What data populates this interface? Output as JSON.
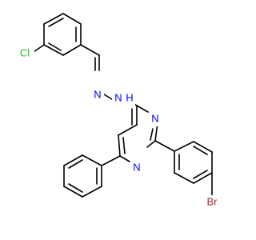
{
  "molecule": {
    "atoms": {
      "chlorine": {
        "text": "Cl",
        "color": "#1fbf1f"
      },
      "bromine": {
        "text": "Br",
        "color": "#a52a2a"
      },
      "imine_n": {
        "text": "N",
        "color": "#0000ff"
      },
      "amine_n": {
        "text": "N",
        "color": "#0000ff"
      },
      "amine_h": {
        "text": "H",
        "color": "#0000ff"
      },
      "ring_n_upper": {
        "text": "N",
        "color": "#0000ff"
      },
      "ring_n_lower": {
        "text": "N",
        "color": "#0000ff"
      }
    },
    "bond_color": "#000000",
    "background": "#ffffff"
  }
}
